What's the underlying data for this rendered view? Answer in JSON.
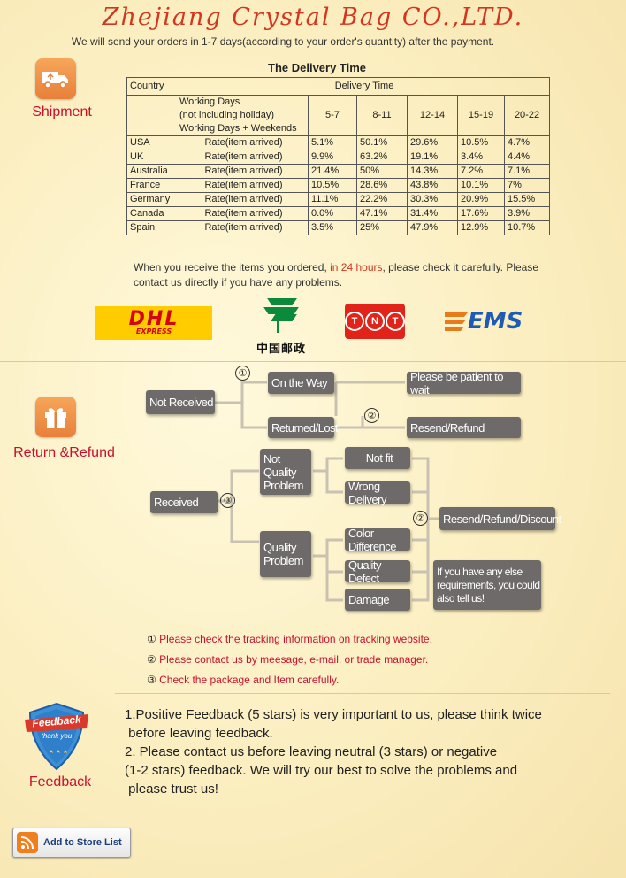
{
  "header": {
    "title": "Zhejiang Crystal Bag CO.,LTD.",
    "subtitle": "We will send your orders in 1-7 days(according to your order's quantity) after the payment."
  },
  "shipment": {
    "label": "Shipment",
    "icon": "truck-icon",
    "table_title": "The Delivery Time",
    "col_country": "Country",
    "col_delivery": "Delivery Time",
    "working_days_label": "Working Days\n(not including holiday)\nWorking Days + Weekends",
    "ranges": [
      "5-7",
      "8-11",
      "12-14",
      "15-19",
      "20-22"
    ],
    "rows": [
      {
        "country": "USA",
        "label": "Rate(item arrived)",
        "v": [
          "5.1%",
          "50.1%",
          "29.6%",
          "10.5%",
          "4.7%"
        ]
      },
      {
        "country": "UK",
        "label": "Rate(item arrived)",
        "v": [
          "9.9%",
          "63.2%",
          "19.1%",
          "3.4%",
          "4.4%"
        ]
      },
      {
        "country": "Australia",
        "label": "Rate(item arrived)",
        "v": [
          "21.4%",
          "50%",
          "14.3%",
          "7.2%",
          "7.1%"
        ]
      },
      {
        "country": "France",
        "label": "Rate(item arrived)",
        "v": [
          "10.5%",
          "28.6%",
          "43.8%",
          "10.1%",
          "7%"
        ]
      },
      {
        "country": "Germany",
        "label": "Rate(item arrived)",
        "v": [
          "11.1%",
          "22.2%",
          "30.3%",
          "20.9%",
          "15.5%"
        ]
      },
      {
        "country": "Canada",
        "label": "Rate(item arrived)",
        "v": [
          "0.0%",
          "47.1%",
          "31.4%",
          "17.6%",
          "3.9%"
        ]
      },
      {
        "country": "Spain",
        "label": "Rate(item arrived)",
        "v": [
          "3.5%",
          "25%",
          "47.9%",
          "12.9%",
          "10.7%"
        ]
      }
    ],
    "note_before": "When you receive the items you ordered, ",
    "note_red": "in 24 hours",
    "note_after": ", please check it carefully. Please",
    "note_line2": "contact us directly if you have any problems.",
    "carriers": {
      "dhl": "DHL",
      "dhl_sub": "EXPRESS",
      "cnpost": "中国邮政",
      "tnt": [
        "T",
        "N",
        "T"
      ],
      "ems": "EMS"
    }
  },
  "refund": {
    "label": "Return &Refund",
    "icon": "gift-icon",
    "flow": {
      "not_received": "Not Received",
      "on_the_way": "On the Way",
      "patient": "Please be patient to wait",
      "returned_lost": "Returned/Lost",
      "resend_refund": "Resend/Refund",
      "received": "Received",
      "not_quality": "Not Quality Problem",
      "not_fit": "Not fit",
      "wrong_delivery": "Wrong Delivery",
      "quality_problem": "Quality Problem",
      "color_difference": "Color Difference",
      "quality_defect": "Quality Defect",
      "damage": "Damage",
      "resend_refund_discount": "Resend/Refund/Discount",
      "other_req": "If you have any else requirements, you could also tell us!",
      "c1": "①",
      "c2": "②",
      "c3": "③"
    },
    "legend": [
      {
        "num": "①",
        "text": "Please check the tracking information on tracking website."
      },
      {
        "num": "②",
        "text": "Please contact us by meesage, e-mail, or trade manager."
      },
      {
        "num": "③",
        "text": "Check the package and Item carefully."
      }
    ]
  },
  "feedback": {
    "label": "Feedback",
    "badge_text": "Feedback",
    "badge_sub": "thank you",
    "icon": "feedback-shield-icon",
    "line1": "1.Positive Feedback (5 stars) is very important to us, please think twice",
    "line2": " before leaving feedback.",
    "line3": "2. Please contact us before leaving neutral (3 stars) or negative",
    "line4": "(1-2 stars) feedback. We will try our best to solve the problems and",
    "line5": " please trust us!"
  },
  "store_button": {
    "label": "Add to Store List",
    "icon": "rss-icon"
  },
  "colors": {
    "title_red": "#d4351f",
    "label_red": "#c8102e",
    "flow_box": "#6e6a6a",
    "icon_orange": "#ee8c44"
  }
}
